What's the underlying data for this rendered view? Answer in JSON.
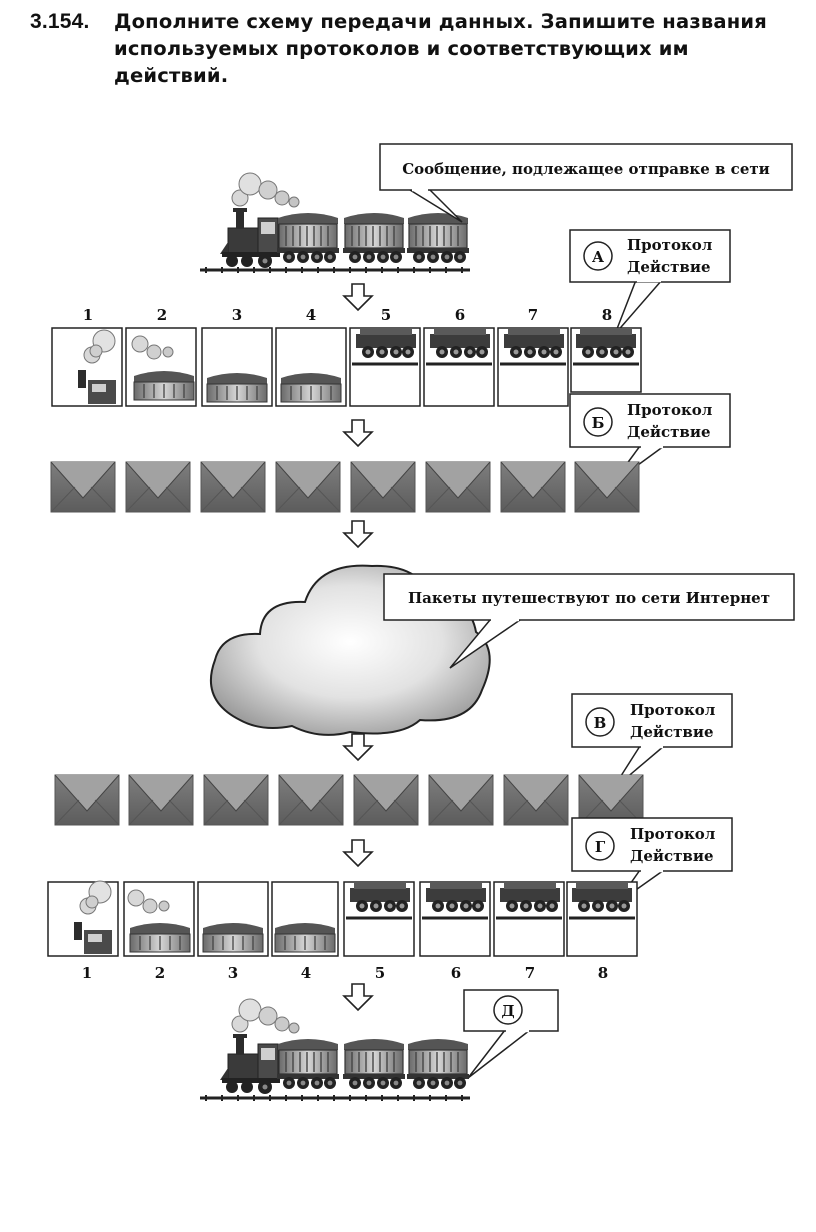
{
  "task": {
    "number": "3.154.",
    "text": "Дополните схему передачи данных. Запишите названия используемых протоколов и соответствующих им действий."
  },
  "callouts": {
    "message": "Сообщение, подлежащее отправке в сети",
    "internet": "Пакеты путешествуют по сети Интернет",
    "protocol_word": "Протокол",
    "action_word": "Действие"
  },
  "markers": [
    "А",
    "Б",
    "В",
    "Г",
    "Д"
  ],
  "segment_numbers": [
    "1",
    "2",
    "3",
    "4",
    "5",
    "6",
    "7",
    "8"
  ]
}
